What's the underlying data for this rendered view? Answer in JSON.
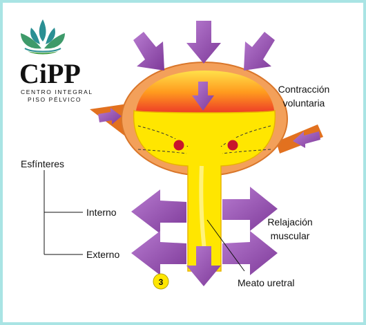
{
  "logo": {
    "brand": "CiPP",
    "line1": "CENTRO INTEGRAL",
    "line2": "PISO PÉLVICO"
  },
  "labels": {
    "contraction": [
      "Contracción",
      "voluntaria"
    ],
    "sphincters": "Esfínteres",
    "internal": "Interno",
    "external": "Externo",
    "relaxation": [
      "Relajación",
      "muscular"
    ],
    "meatus": "Meato uretral",
    "step_number": "3"
  },
  "colors": {
    "frame": "#a9e4e4",
    "arrow": "#8e4ca6",
    "muscle": "#f3a05a",
    "bladder_fill": "#ffe600",
    "marker": "#c8142c",
    "logo_teal": "#2a8f93",
    "logo_green": "#4aa34a"
  }
}
